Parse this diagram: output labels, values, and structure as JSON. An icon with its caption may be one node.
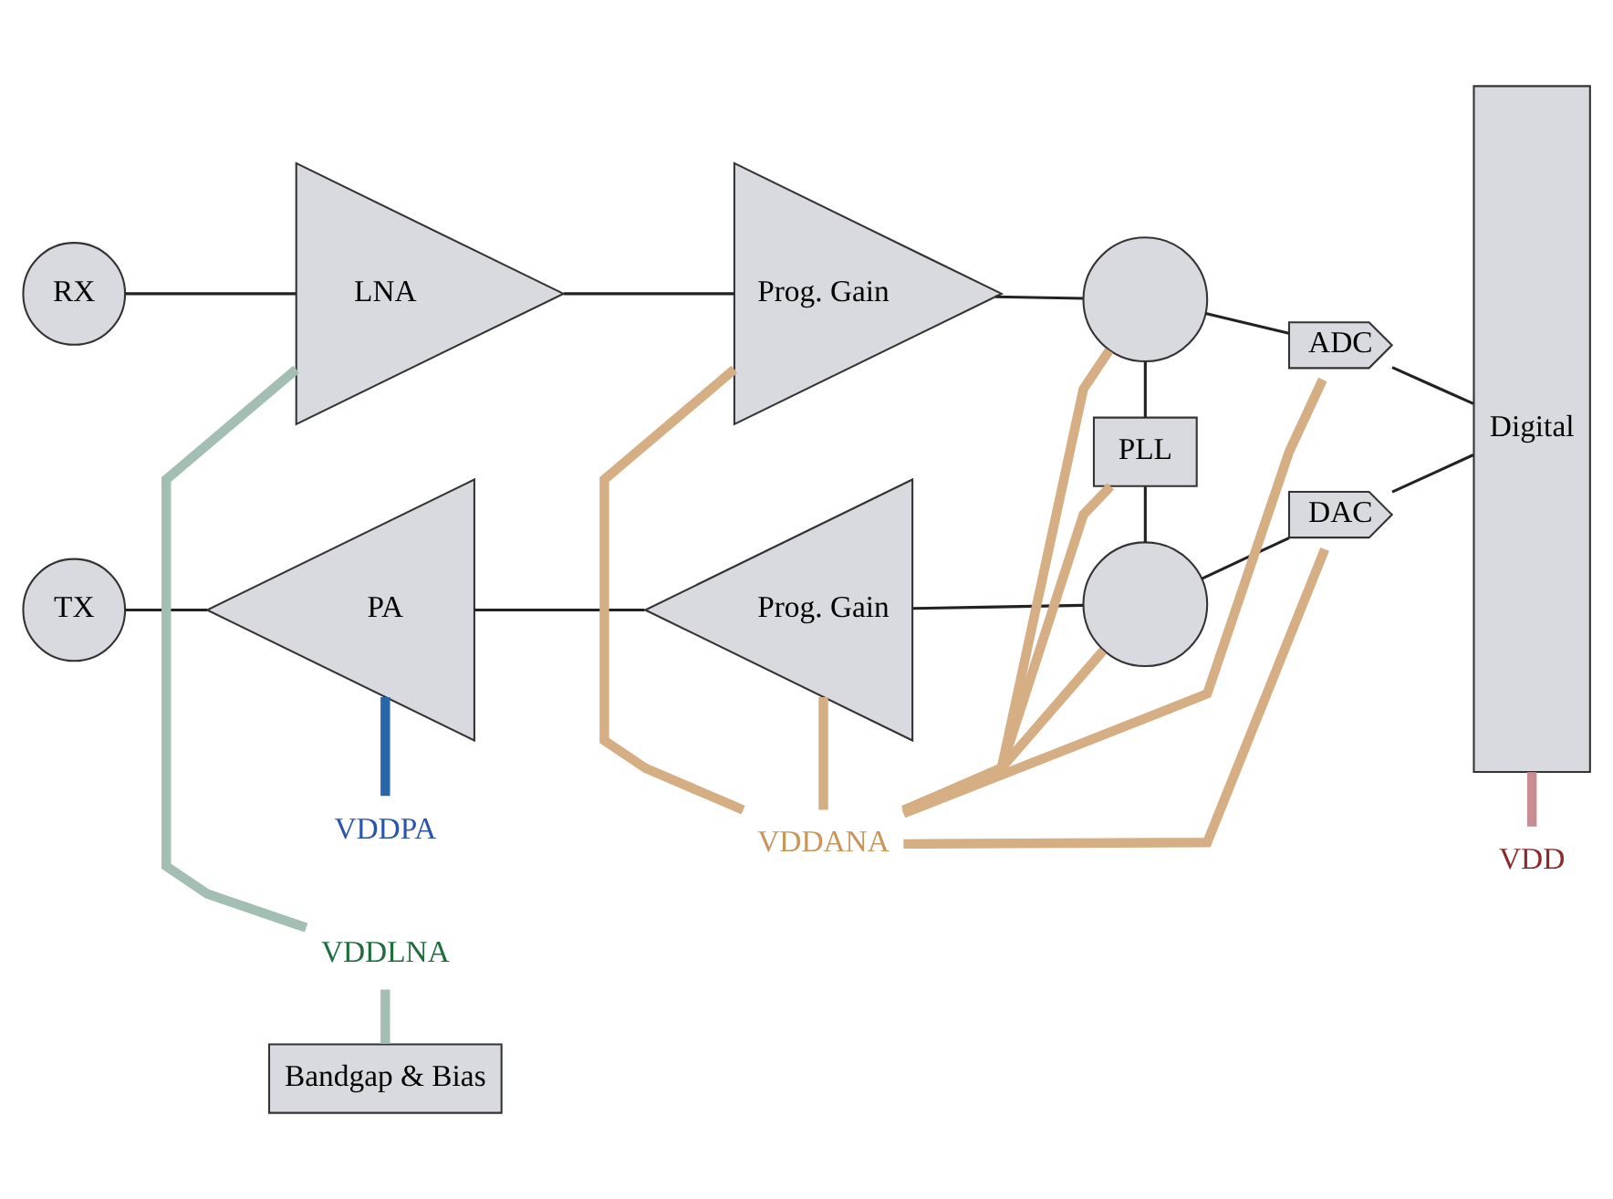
{
  "diagram": {
    "nodes": [
      {
        "text": [
          "RX"
        ]
      },
      {
        "text": [
          "LNA"
        ]
      },
      {
        "text": [
          "Prog. Gain"
        ]
      },
      {
        "text": [],
        "shape": "circle"
      },
      {
        "text": [
          "ADC"
        ]
      },
      {
        "text": [
          "Digital"
        ]
      },
      {
        "text": [
          "Bandgap & Bias"
        ]
      },
      {
        "text": [
          "PLL"
        ]
      },
      {
        "text": [
          "TX"
        ]
      },
      {
        "text": [
          "PA"
        ]
      },
      {
        "text": [
          "Prog. Gain"
        ]
      },
      {
        "text": [],
        "shape": "circle"
      },
      {
        "text": [
          "DAC"
        ]
      },
      {
        "text": [
          "VDDLNA"
        ]
      },
      {
        "text": [
          "VDD"
        ]
      },
      {
        "text": [
          "VDDANA"
        ]
      },
      {
        "text": [
          "VDDPA"
        ]
      }
    ],
    "edges": [
      {
        "from": 0,
        "to": 1,
        "arrow": "none"
      },
      {
        "from": 1,
        "to": 2,
        "arrow": "none"
      },
      {
        "from": 2,
        "to": 3,
        "arrow": "none"
      },
      {
        "from": 3,
        "to": 4,
        "arrow": "none"
      },
      {
        "from": 4,
        "to": 5,
        "arrow": "none"
      },
      {
        "from": 3,
        "to": 7,
        "arrow": "none"
      },
      {
        "from": 7,
        "to": 11,
        "arrow": "none"
      },
      {
        "from": 8,
        "to": 9,
        "arrow": "none"
      },
      {
        "from": 9,
        "to": 10,
        "arrow": "none"
      },
      {
        "from": 10,
        "to": 11,
        "arrow": "none"
      },
      {
        "from": 11,
        "to": 12,
        "arrow": "none"
      },
      {
        "from": 12,
        "to": 5,
        "arrow": "none"
      },
      {
        "from": 13,
        "to": 1,
        "arrow": "none",
        "style": "thick",
        "color": "#a3bfb3"
      },
      {
        "from": 13,
        "to": 6,
        "arrow": "none",
        "style": "thick",
        "color": "#a3bfb3"
      },
      {
        "from": 14,
        "to": 5,
        "arrow": "none",
        "style": "thick",
        "color": "#c98c90"
      },
      {
        "from": 15,
        "to": 2,
        "arrow": "none",
        "style": "thick",
        "color": "#d6ae84"
      },
      {
        "from": 15,
        "to": 3,
        "arrow": "none",
        "style": "thick",
        "color": "#d6ae84"
      },
      {
        "from": 15,
        "to": 4,
        "arrow": "none",
        "style": "thick",
        "color": "#d6ae84"
      },
      {
        "from": 15,
        "to": 7,
        "arrow": "none",
        "style": "thick",
        "color": "#d6ae84"
      },
      {
        "from": 15,
        "to": 10,
        "arrow": "none",
        "style": "thick",
        "color": "#d6ae84"
      },
      {
        "from": 15,
        "to": 11,
        "arrow": "none",
        "style": "thick",
        "color": "#d6ae84"
      },
      {
        "from": 15,
        "to": 12,
        "arrow": "none",
        "style": "thick",
        "color": "#d6ae84"
      },
      {
        "from": 16,
        "to": 9,
        "arrow": "none",
        "style": "thick",
        "color": "#2a66aa"
      }
    ]
  }
}
